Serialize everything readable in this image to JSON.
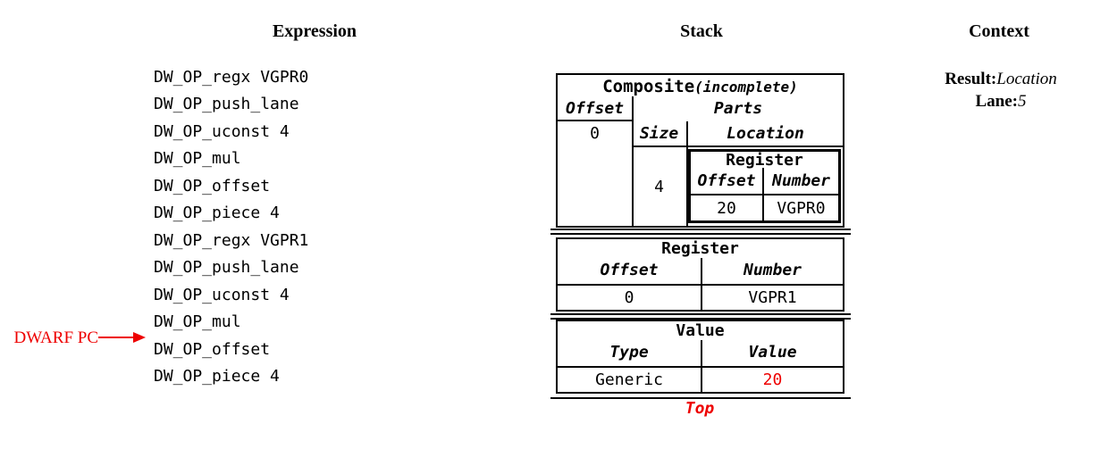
{
  "columns": {
    "expression_title": "Expression",
    "stack_title": "Stack",
    "context_title": "Context"
  },
  "expression": {
    "items": [
      "DW_OP_regx VGPR0",
      "DW_OP_push_lane",
      "DW_OP_uconst 4",
      "DW_OP_mul",
      "DW_OP_offset",
      "DW_OP_piece 4",
      "DW_OP_regx VGPR1",
      "DW_OP_push_lane",
      "DW_OP_uconst 4",
      "DW_OP_mul",
      "DW_OP_offset",
      "DW_OP_piece 4"
    ],
    "pc_label": "DWARF PC",
    "pc_points_to": "DW_OP_offset"
  },
  "stack": {
    "composite": {
      "title": "Composite",
      "subtitle": "(incomplete)",
      "offset_header": "Offset",
      "parts_header": "Parts",
      "offset_value": "0",
      "size_header": "Size",
      "location_header": "Location",
      "size_value": "4",
      "nested_register": {
        "title": "Register",
        "offset_header": "Offset",
        "number_header": "Number",
        "offset_value": "20",
        "number_value": "VGPR0"
      }
    },
    "register": {
      "title": "Register",
      "offset_header": "Offset",
      "number_header": "Number",
      "offset_value": "0",
      "number_value": "VGPR1"
    },
    "value": {
      "title": "Value",
      "type_header": "Type",
      "value_header": "Value",
      "type_value": "Generic",
      "value_value": "20"
    },
    "top_label": "Top"
  },
  "context": {
    "result_label": "Result:",
    "result_value": "Location",
    "lane_label": "Lane:",
    "lane_value": "5"
  },
  "colors": {
    "accent_red": "#ee0000",
    "text": "#000000",
    "background": "#ffffff"
  }
}
